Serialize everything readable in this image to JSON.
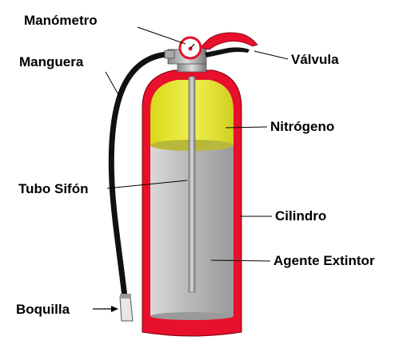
{
  "labels": {
    "manometro": "Manómetro",
    "valvula": "Válvula",
    "manguera": "Manguera",
    "nitrogeno": "Nitrógeno",
    "tubo_sifon": "Tubo Sifón",
    "cilindro": "Cilindro",
    "agente_extintor": "Agente Extintor",
    "boquilla": "Boquilla"
  },
  "colors": {
    "cylinder_red": "#e8102a",
    "nitrogen_yellow": "#ecec3a",
    "agent_gray": "#c6c6c6",
    "hose_black": "#111111",
    "handle_red": "#e8102a"
  }
}
